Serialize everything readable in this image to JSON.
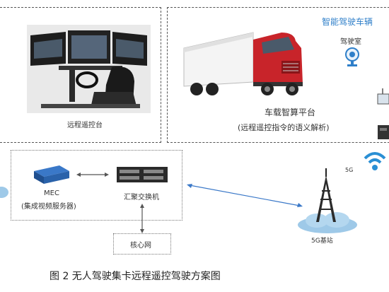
{
  "diagram": {
    "remote_console": {
      "label": "远程遥控台"
    },
    "vehicle": {
      "system_title": "智能驾驶车辆",
      "cab_label": "驾驶室",
      "platform_title": "车载智算平台",
      "platform_subtitle": "(远程遥控指令的语义解析)"
    },
    "network": {
      "mec_label": "MEC",
      "mec_sub": "(集成视频服务器)",
      "switch_label": "汇聚交换机",
      "core_label": "核心网",
      "tower_badge": "5G",
      "base_station_label": "5G基站"
    }
  },
  "caption": {
    "text": "图 2  无人驾驶集卡远程遥控驾驶方案图"
  },
  "colors": {
    "accent_blue": "#2f7fc9",
    "truck_red": "#c8242a",
    "cloud_blue": "#9ec9e8",
    "wifi_blue": "#2a8fd4"
  }
}
